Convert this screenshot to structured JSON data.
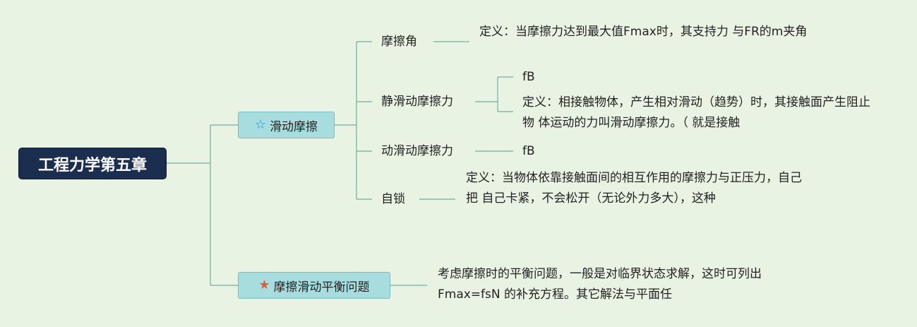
{
  "root": {
    "title": "工程力学第五章"
  },
  "topics": [
    {
      "label": "滑动摩擦",
      "icon": "star-outline-icon",
      "children": [
        {
          "label": "摩擦角",
          "details": [
            "定义：当摩擦力达到最大值Fmax时，其支持力 与FR的m夹角"
          ]
        },
        {
          "label": "静滑动摩擦力",
          "details": [
            "fB",
            "定义：相接触物体，产生相对滑动（趋势）时，其接触面产生阻止物 体运动的力叫滑动摩擦力。（ 就是接触"
          ]
        },
        {
          "label": "动滑动摩擦力",
          "details": [
            "fB"
          ]
        },
        {
          "label": "自锁",
          "details": [
            "定义：当物体依靠接触面间的相互作用的摩擦力与正压力，自己把 自己卡紧，不会松开（无论外力多大），这种"
          ]
        }
      ]
    },
    {
      "label": "摩擦滑动平衡问题",
      "icon": "star-solid-icon",
      "details": [
        "考虑摩擦时的平衡问题，一般是对临界状态求解，这时可列出Fmax=fsN 的补充方程。其它解法与平面任"
      ]
    }
  ],
  "colors": {
    "background": "#e9f3e4",
    "root": "#1c2e4f",
    "topic": "#a8dde0",
    "line": "#6fae9c"
  }
}
